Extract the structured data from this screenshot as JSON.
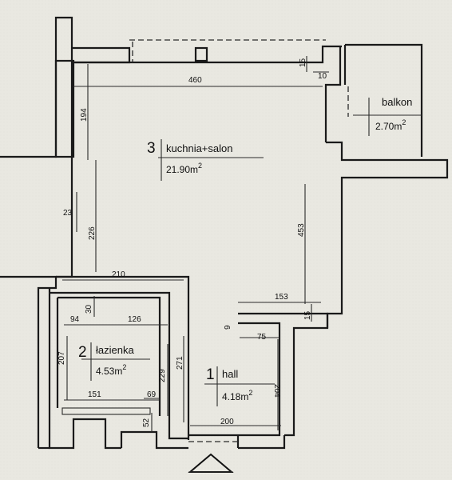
{
  "rooms": [
    {
      "number": "3",
      "name": "kuchnia+salon",
      "area": "21.90m",
      "unit_sup": "2"
    },
    {
      "number": "2",
      "name": "łazienka",
      "area": "4.53m",
      "unit_sup": "2"
    },
    {
      "number": "1",
      "name": "hall",
      "area": "4.18m",
      "unit_sup": "2"
    },
    {
      "number": "",
      "name": "balkon",
      "area": "2.70m",
      "unit_sup": "2"
    }
  ],
  "dimensions": [
    "460",
    "194",
    "15",
    "10",
    "23",
    "226",
    "453",
    "210",
    "30",
    "94",
    "126",
    "153",
    "15",
    "9",
    "75",
    "207",
    "229",
    "271",
    "151",
    "69",
    "52",
    "204",
    "200"
  ],
  "entrance_marker": "triangle-up"
}
